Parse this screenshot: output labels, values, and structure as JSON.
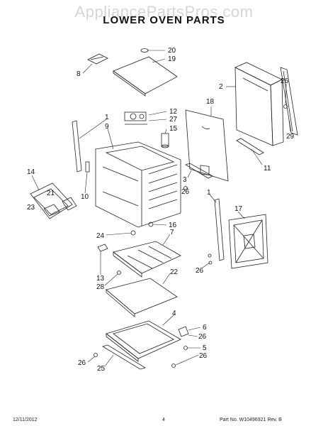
{
  "watermark": "AppliancePartsPros.com",
  "title": "LOWER OVEN PARTS",
  "footer": {
    "date": "12/11/2012",
    "page": "4",
    "part": "Part No. W10496921  Rev. B"
  },
  "callouts": [
    "20",
    "19",
    "8",
    "2",
    "18",
    "26",
    "29",
    "12",
    "27",
    "15",
    "1",
    "9",
    "11",
    "3",
    "26",
    "10",
    "14",
    "21",
    "23",
    "1",
    "17",
    "24",
    "16",
    "7",
    "26",
    "13",
    "28",
    "22",
    "4",
    "6",
    "26",
    "5",
    "26",
    "25",
    "26"
  ]
}
